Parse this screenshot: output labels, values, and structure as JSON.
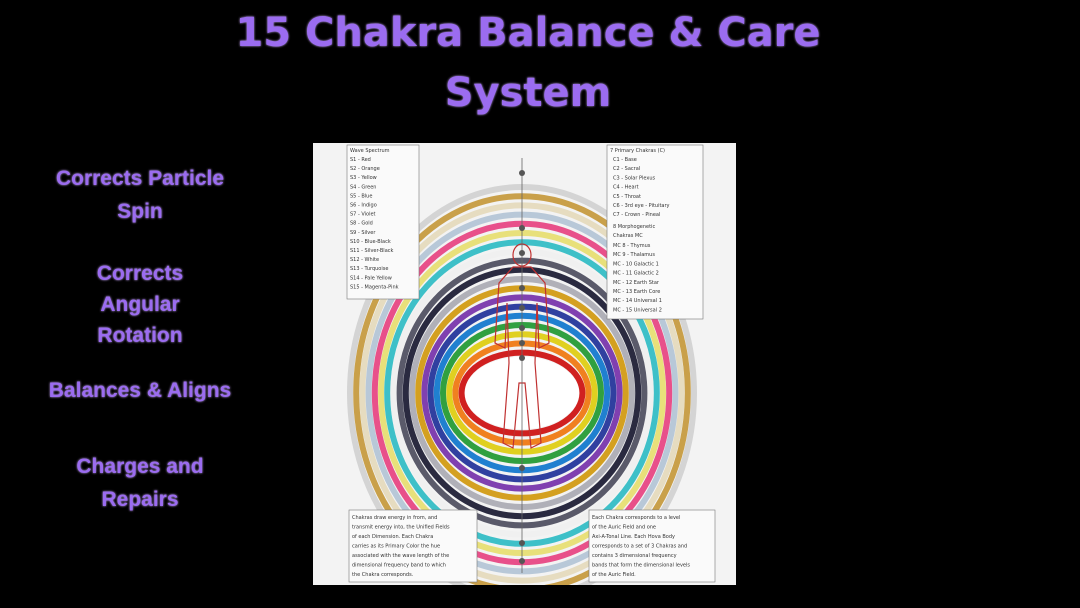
{
  "title_line1": "15 Chakra Balance & Care",
  "title_line2": "System",
  "benefits": [
    {
      "lines": [
        "Corrects Particle",
        "Spin"
      ]
    },
    {
      "lines": [
        "Corrects",
        "Angular",
        "Rotation"
      ]
    },
    {
      "lines": [
        "Balances & Aligns"
      ]
    },
    {
      "lines": [
        "Charges and",
        "Repairs"
      ]
    }
  ],
  "diagram": {
    "wave_spectrum_title": "Wave Spectrum",
    "wave_spectrum": [
      "S1 - Red",
      "S2 - Orange",
      "S3 - Yellow",
      "S4 - Green",
      "S5 - Blue",
      "S6 - Indigo",
      "S7 - Violet",
      "S8 - Gold",
      "S9 - Silver",
      "S10 - Blue-Black",
      "S11 - Silver-Black",
      "S12 - White",
      "S13 - Turquoise",
      "S14 - Pale Yellow",
      "S15 - Magenta-Pink"
    ],
    "primary_title": "7 Primary Chakras (C)",
    "primary_chakras": [
      "C1 - Base",
      "C2 - Sacral",
      "C3 - Solar Plexus",
      "C4 - Heart",
      "C5 - Throat",
      "C6 - 3rd eye - Pituitary",
      "C7 - Crown - Pineal"
    ],
    "morpho_title_1": "8 Morphogenetic",
    "morpho_title_2": "Chakras MC",
    "morpho_chakras": [
      "MC 8 - Thymus",
      "MC 9 - Thalamus",
      "MC - 10 Galactic 1",
      "MC - 11 Galactic 2",
      "MC - 12 Earth Star",
      "MC - 13 Earth Core",
      "MC - 14 Universal 1",
      "MC - 15 Universal 2"
    ],
    "note_left": [
      "Chakras draw energy in from, and",
      "transmit energy into, the Unified Fields",
      "of each Dimension. Each Chakra",
      "carries as its Primary Color the hue",
      "associated with the wave length of the",
      "dimensional frequency band to which",
      "the Chakra corresponds."
    ],
    "note_right": [
      "Each Chakra corresponds to a level",
      "of the Auric Field and one",
      "Axi-A-Tonal Line. Each Hova Body",
      "corresponds to a set of 3 Chakras and",
      "contains 3 dimensional frequency",
      "bands that form the dimensional levels",
      "of the Auric Field."
    ],
    "ring_colors": [
      "#d4d4d4",
      "#c9a04a",
      "#e6dcc0",
      "#b8c8d8",
      "#e8508a",
      "#e8e07a",
      "#3ec0c8",
      "#f0f0f0",
      "#5a5a6a",
      "#2a2a40",
      "#b0b0b8",
      "#d4a020",
      "#8040b0",
      "#3040a0",
      "#2080d0",
      "#30a040",
      "#e0d020",
      "#f08020",
      "#d02020"
    ]
  }
}
